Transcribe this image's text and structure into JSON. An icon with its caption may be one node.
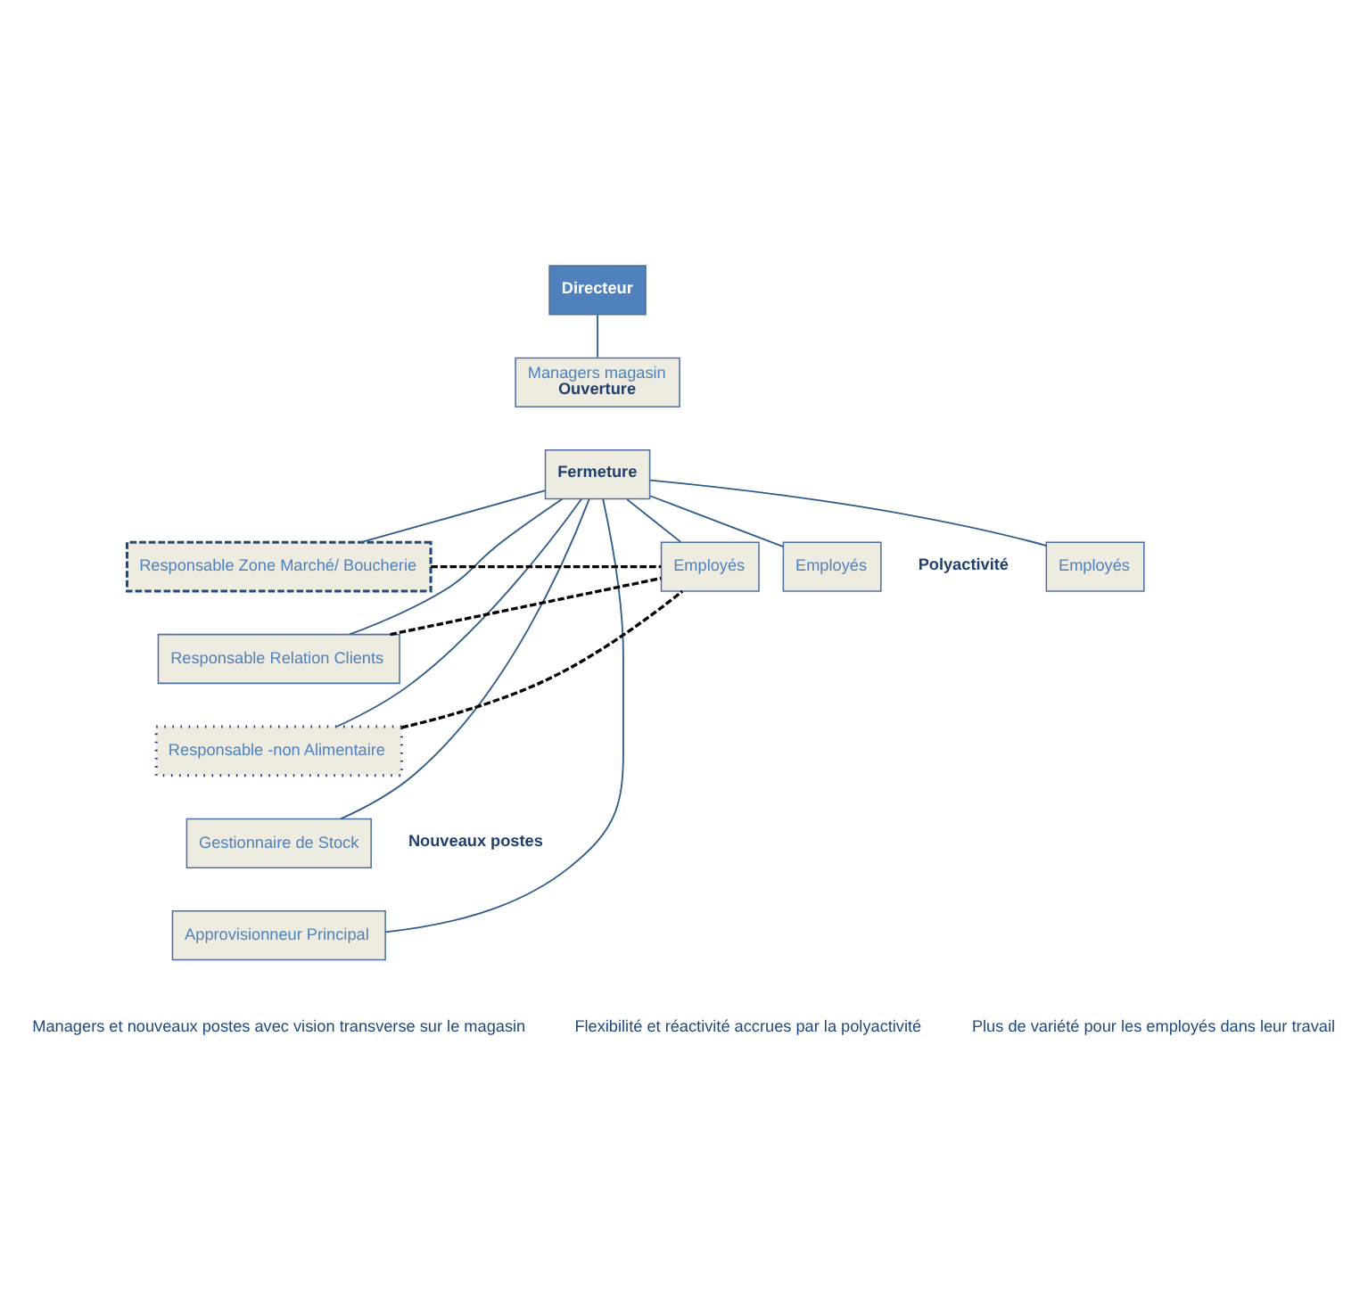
{
  "diagram": {
    "nodes": [
      {
        "text": [
          "Directeur"
        ]
      },
      {
        "text": [
          "Managers magasin",
          "Ouverture"
        ]
      },
      {
        "text": [
          "Fermeture"
        ]
      },
      {
        "text": [
          "Responsable Zone Marché/ Boucherie"
        ]
      },
      {
        "text": [
          "Responsable Relation Clients"
        ]
      },
      {
        "text": [
          "Responsable -non Alimentaire"
        ]
      },
      {
        "text": [
          "Gestionnaire de Stock"
        ]
      },
      {
        "text": [
          "Approvisionneur Principal"
        ]
      },
      {
        "text": [
          "Employés"
        ]
      },
      {
        "text": [
          "Employés"
        ]
      },
      {
        "text": [
          "Employés"
        ]
      }
    ],
    "edges": [
      {
        "from": 0,
        "to": 1,
        "arrow": "none"
      },
      {
        "from": 2,
        "to": 3,
        "arrow": "none"
      },
      {
        "from": 2,
        "to": 4,
        "arrow": "none"
      },
      {
        "from": 2,
        "to": 5,
        "arrow": "none"
      },
      {
        "from": 2,
        "to": 6,
        "arrow": "none"
      },
      {
        "from": 2,
        "to": 7,
        "arrow": "none"
      },
      {
        "from": 2,
        "to": 8,
        "arrow": "none"
      },
      {
        "from": 2,
        "to": 9,
        "arrow": "none"
      },
      {
        "from": 2,
        "to": 10,
        "arrow": "none"
      },
      {
        "from": 3,
        "to": 8,
        "arrow": "none",
        "style": "dashed",
        "color": "#000000"
      },
      {
        "from": 4,
        "to": 8,
        "arrow": "none",
        "style": "dashed",
        "color": "#000000"
      },
      {
        "from": 5,
        "to": 8,
        "arrow": "none",
        "style": "dashed",
        "color": "#000000"
      }
    ],
    "labels": [
      "Polyactivité",
      "Nouveaux postes",
      "Managers et nouveaux postes avec vision transverse sur le magasin",
      "Flexibilité et réactivité accrues par la polyactivité",
      "Plus de variété pour les employés dans leur travail"
    ]
  }
}
